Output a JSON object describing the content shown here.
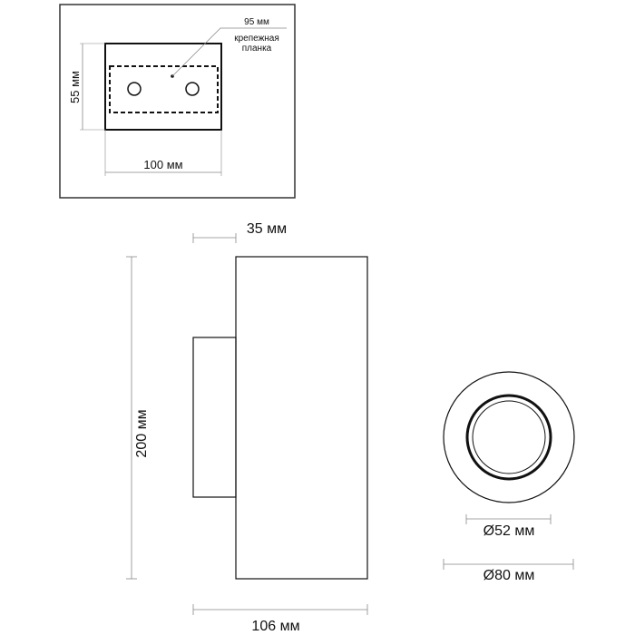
{
  "mount_plate": {
    "label_width_small": "95 мм",
    "label_plate_line1": "крепежная",
    "label_plate_line2": "планка",
    "label_height": "55 мм",
    "label_width": "100 мм"
  },
  "side_view": {
    "label_depth": "35 мм",
    "label_height": "200 мм",
    "label_total_depth": "106 мм"
  },
  "front_view": {
    "label_inner_diameter": "Ø52 мм",
    "label_outer_diameter": "Ø80 мм"
  },
  "colors": {
    "line": "#111111",
    "dim_line": "#888888",
    "background": "#ffffff"
  }
}
